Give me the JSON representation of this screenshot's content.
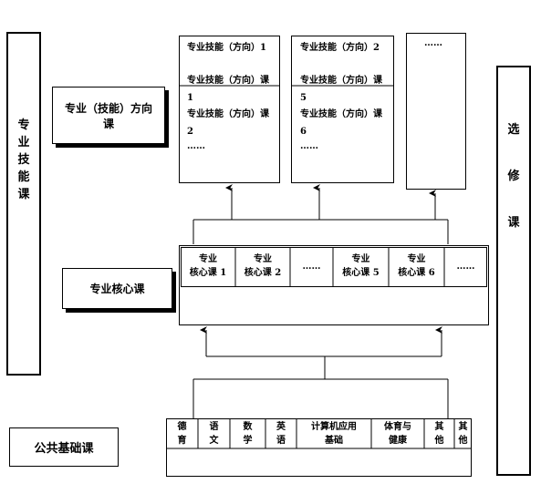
{
  "left_column": {
    "label_chars": [
      "专",
      "业",
      "技",
      "能",
      "课"
    ]
  },
  "right_column": {
    "label_chars": [
      "选",
      "修",
      "课"
    ]
  },
  "layers": {
    "direction": {
      "label": "专业（技能）方向课",
      "box1": {
        "line1": "专业技能（方向）1",
        "line2a": "专业技能（方向）课",
        "line2b": "1",
        "line3a": "专业技能（方向）课",
        "line3b": "2",
        "line4": "……"
      },
      "box2": {
        "line1": "专业技能（方向）2",
        "line2a": "专业技能（方向）课",
        "line2b": "5",
        "line3a": "专业技能（方向）课",
        "line3b": "6",
        "line4": "……"
      },
      "box3": {
        "line1": "……"
      }
    },
    "core": {
      "label": "专业核心课",
      "cells": [
        {
          "top": "专业",
          "bottom": "核心课 1"
        },
        {
          "top": "专业",
          "bottom": "核心课 2"
        },
        {
          "top": "……",
          "bottom": ""
        },
        {
          "top": "专业",
          "bottom": "核心课 5"
        },
        {
          "top": "专业",
          "bottom": "核心课 6"
        },
        {
          "top": "……",
          "bottom": ""
        }
      ]
    },
    "public": {
      "label": "公共基础课",
      "cells": [
        {
          "top": "德",
          "bottom": "育"
        },
        {
          "top": "语",
          "bottom": "文"
        },
        {
          "top": "数",
          "bottom": "学"
        },
        {
          "top": "英",
          "bottom": "语"
        },
        {
          "top": "计算机应用",
          "bottom": "基础"
        },
        {
          "top": "体育与",
          "bottom": "健康"
        },
        {
          "top": "其",
          "bottom": "他"
        },
        {
          "top": "其",
          "bottom": "他"
        }
      ]
    }
  }
}
